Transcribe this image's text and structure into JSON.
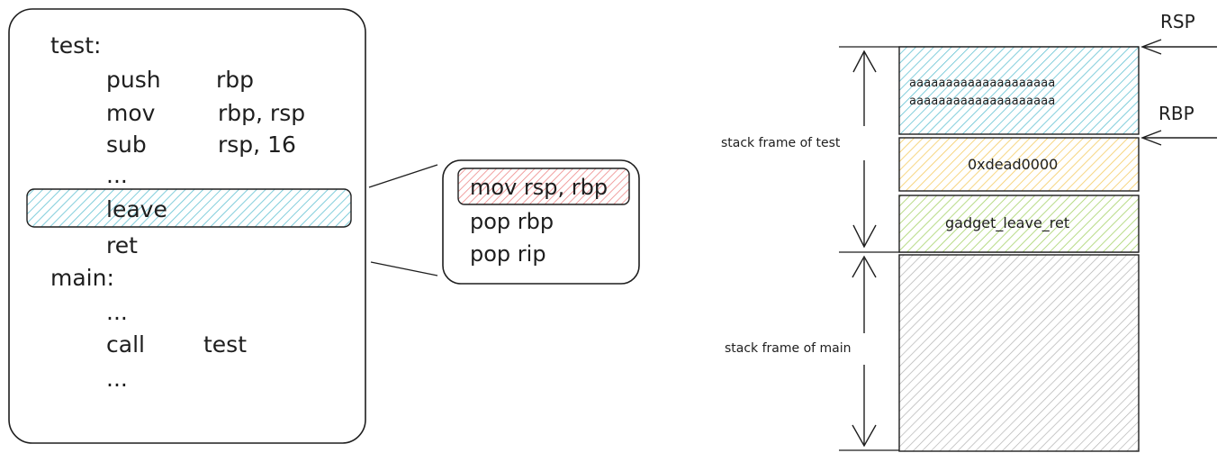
{
  "code_panel": {
    "lines": [
      {
        "label": "test:",
        "operand": ""
      },
      {
        "label": "push",
        "operand": "rbp"
      },
      {
        "label": "mov",
        "operand": "rbp, rsp"
      },
      {
        "label": "sub",
        "operand": "rsp, 16"
      },
      {
        "label": "...",
        "operand": ""
      },
      {
        "label": "leave",
        "operand": ""
      },
      {
        "label": "ret",
        "operand": ""
      },
      {
        "label": "main:",
        "operand": ""
      },
      {
        "label": "...",
        "operand": ""
      },
      {
        "label": "call",
        "operand": "test"
      },
      {
        "label": "...",
        "operand": ""
      }
    ],
    "highlight_color": "#a5d8e0"
  },
  "leave_expansion": {
    "lines": [
      "mov rsp, rbp",
      "pop rbp",
      "pop rip"
    ],
    "highlight_color": "#f4a9a9"
  },
  "stack": {
    "cells": [
      {
        "text_lines": [
          "aaaaaaaaaaaaaaaaaaaa",
          "aaaaaaaaaaaaaaaaaaaa"
        ],
        "color": "#63c2d3"
      },
      {
        "text_lines": [
          "0xdead0000"
        ],
        "color": "#f8d87a"
      },
      {
        "text_lines": [
          "gadget_leave_ret"
        ],
        "color": "#a9d66a"
      },
      {
        "text_lines": [
          ""
        ],
        "color": "#bdbdbd"
      }
    ],
    "labels": {
      "rsp": "RSP",
      "rbp": "RBP",
      "frame_test": "stack frame of test",
      "frame_main": "stack frame of main"
    }
  }
}
